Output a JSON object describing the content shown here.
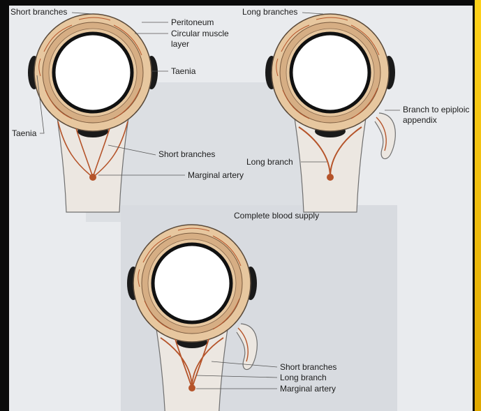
{
  "labels": {
    "diagram1": {
      "short_branches_top": "Short branches",
      "peritoneum": "Peritoneum",
      "circular_muscle_1": "Circular muscle",
      "circular_muscle_2": "layer",
      "taenia_right": "Taenia",
      "taenia_left": "Taenia",
      "short_branches_mid": "Short branches",
      "marginal_artery": "Marginal artery"
    },
    "diagram2": {
      "long_branches_top": "Long branches",
      "branch_epiploic_1": "Branch to epiploic",
      "branch_epiploic_2": "appendix",
      "long_branch": "Long branch"
    },
    "diagram3": {
      "title": "Complete blood supply",
      "short_branches": "Short branches",
      "long_branch": "Long branch",
      "marginal_artery": "Marginal artery"
    }
  },
  "colors": {
    "page": "#e9ebee",
    "panel": "#d8dbe0",
    "wall": "#e7c79f",
    "wall_dark": "#d6ae84",
    "muscle_band": "#c99e74",
    "lumen_border": "#111111",
    "artery": "#b5542a",
    "taenia": "#1a1a1a",
    "accent_edge": "#ffd21a"
  }
}
